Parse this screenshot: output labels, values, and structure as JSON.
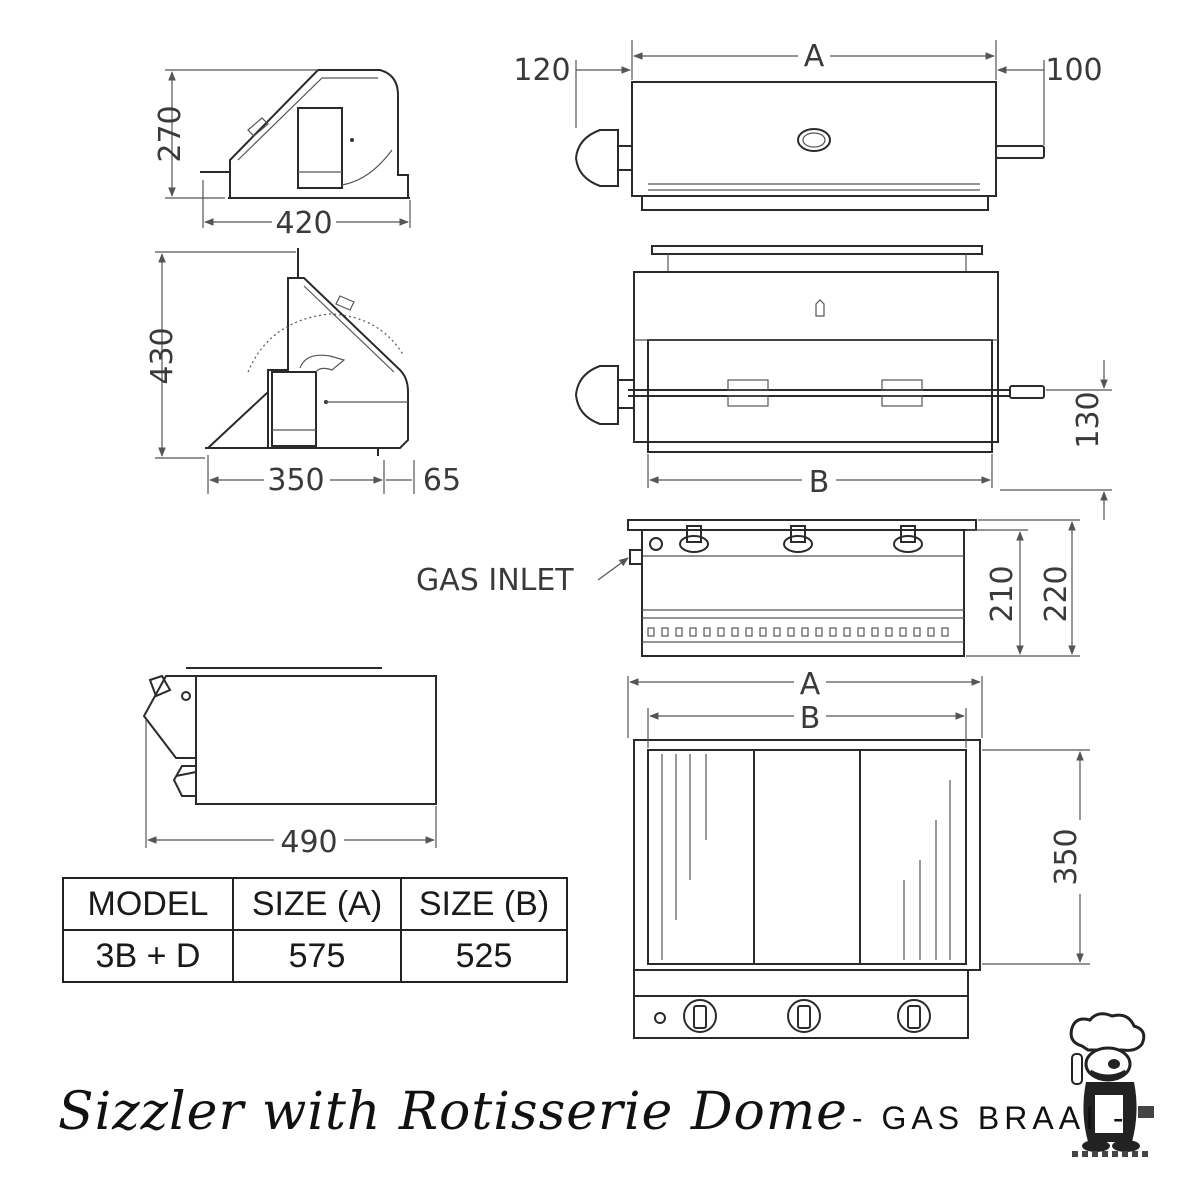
{
  "dimensions": {
    "side_top_height": "270",
    "side_top_width": "420",
    "front_top_left": "120",
    "front_top_A": "A",
    "front_top_right": "100",
    "side_mid_height": "430",
    "side_mid_depth": "350",
    "side_mid_foot": "65",
    "front_mid_B": "B",
    "front_mid_height": "130",
    "front_low_210": "210",
    "front_low_220": "220",
    "gas_inlet": "GAS INLET",
    "side_low_width": "490",
    "plan_A": "A",
    "plan_B": "B",
    "plan_depth": "350"
  },
  "table": {
    "headers": [
      "MODEL",
      "SIZE (A)",
      "SIZE (B)"
    ],
    "rows": [
      [
        "3B + D",
        "575",
        "525"
      ]
    ]
  },
  "title": {
    "script": "Sizzler with Rotisserie Dome",
    "sub": "- GAS BRAAI -"
  },
  "icons": [
    "chef-mascot-icon",
    "control-knob-icon"
  ]
}
